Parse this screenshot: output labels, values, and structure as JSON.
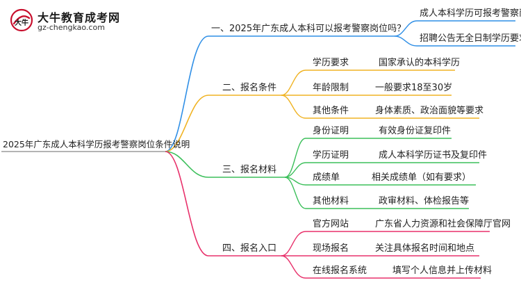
{
  "logo": {
    "name": "大牛教育成考网",
    "url": "gz-chengkao.com",
    "glyph": "大牛"
  },
  "colors": {
    "root_line": "#888888",
    "branch1": "#2f8fe6",
    "branch2": "#f0b323",
    "branch3": "#3bbf5a",
    "branch4": "#e8316b"
  },
  "mindmap": {
    "root": "2025年广东成人本科学历报考警察岗位条件说明",
    "branches": [
      {
        "label": "一、2025年广东成人本科可以报考警察岗位吗？",
        "leaves": [
          "成人本科学历可报考警察岗位",
          "招聘公告无全日制学历要求"
        ]
      },
      {
        "label": "二、报名条件",
        "children": [
          {
            "label": "学历要求",
            "leaf": "国家承认的本科学历"
          },
          {
            "label": "年龄限制",
            "leaf": "一般要求18至30岁"
          },
          {
            "label": "其他条件",
            "leaf": "身体素质、政治面貌等要求"
          }
        ]
      },
      {
        "label": "三、报名材料",
        "children": [
          {
            "label": "身份证明",
            "leaf": "有效身份证复印件"
          },
          {
            "label": "学历证明",
            "leaf": "成人本科学历证书及复印件"
          },
          {
            "label": "成绩单",
            "leaf": "相关成绩单（如有要求）"
          },
          {
            "label": "其他材料",
            "leaf": "政审材料、体检报告等"
          }
        ]
      },
      {
        "label": "四、报名入口",
        "children": [
          {
            "label": "官方网站",
            "leaf": "广东省人力资源和社会保障厅官网"
          },
          {
            "label": "现场报名",
            "leaf": "关注具体报名时间和地点"
          },
          {
            "label": "在线报名系统",
            "leaf": "填写个人信息并上传材料"
          }
        ]
      }
    ]
  }
}
